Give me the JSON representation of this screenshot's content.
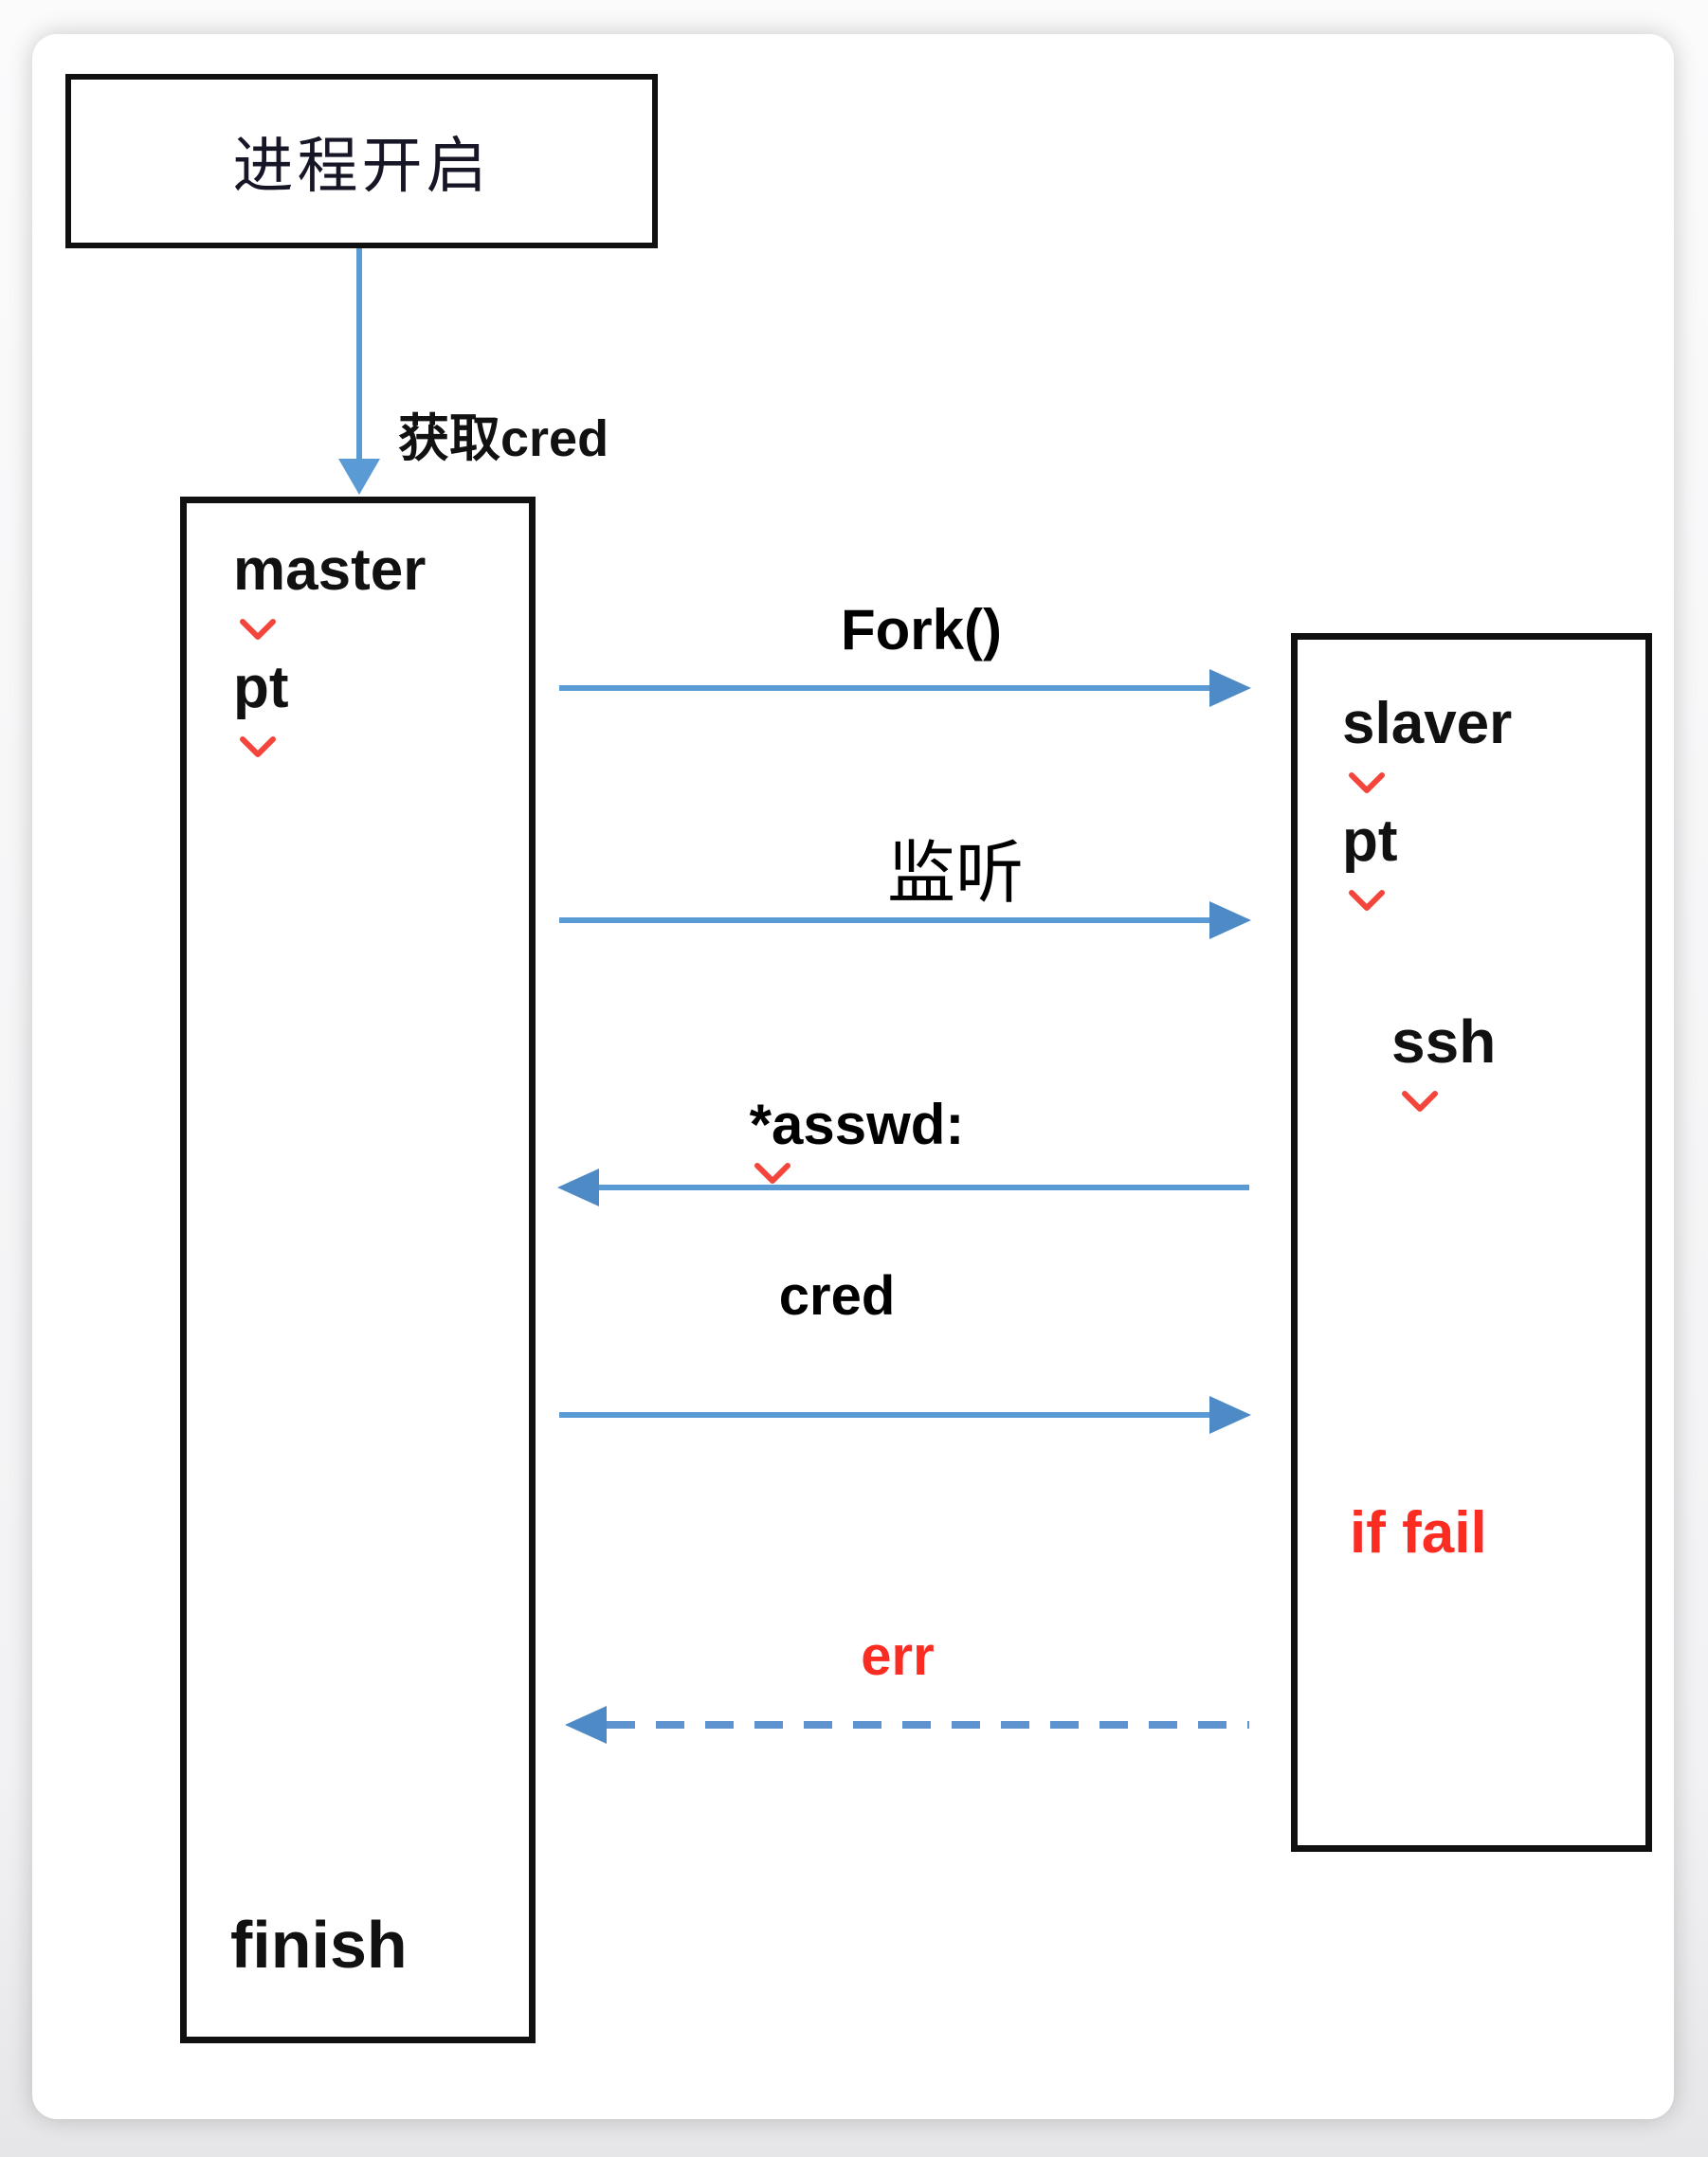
{
  "colors": {
    "arrow_blue": "#5b9bd5",
    "alert_red": "#fb2d23",
    "spellcheck_red": "#f4453c",
    "box_border": "#101010",
    "page_background": "#ffffff"
  },
  "diagram": {
    "start_box": {
      "label": "进程开启"
    },
    "start_arrow": {
      "label": "获取cred",
      "direction": "down",
      "style": "solid"
    },
    "master_lane": {
      "line1": "master",
      "line2": "pt",
      "footer": "finish"
    },
    "slaver_lane": {
      "line1": "slaver",
      "line2": "pt",
      "service": "ssh",
      "condition": "if fail"
    },
    "messages": [
      {
        "label": "Fork()",
        "direction": "right",
        "style": "solid",
        "label_color": "black"
      },
      {
        "label": "监听",
        "direction": "right",
        "style": "solid",
        "label_color": "black"
      },
      {
        "label": "*asswd:",
        "direction": "left",
        "style": "solid",
        "label_color": "black"
      },
      {
        "label": "cred",
        "direction": "right",
        "style": "solid",
        "label_color": "black"
      },
      {
        "label": "err",
        "direction": "left",
        "style": "dashed",
        "label_color": "red"
      }
    ]
  }
}
